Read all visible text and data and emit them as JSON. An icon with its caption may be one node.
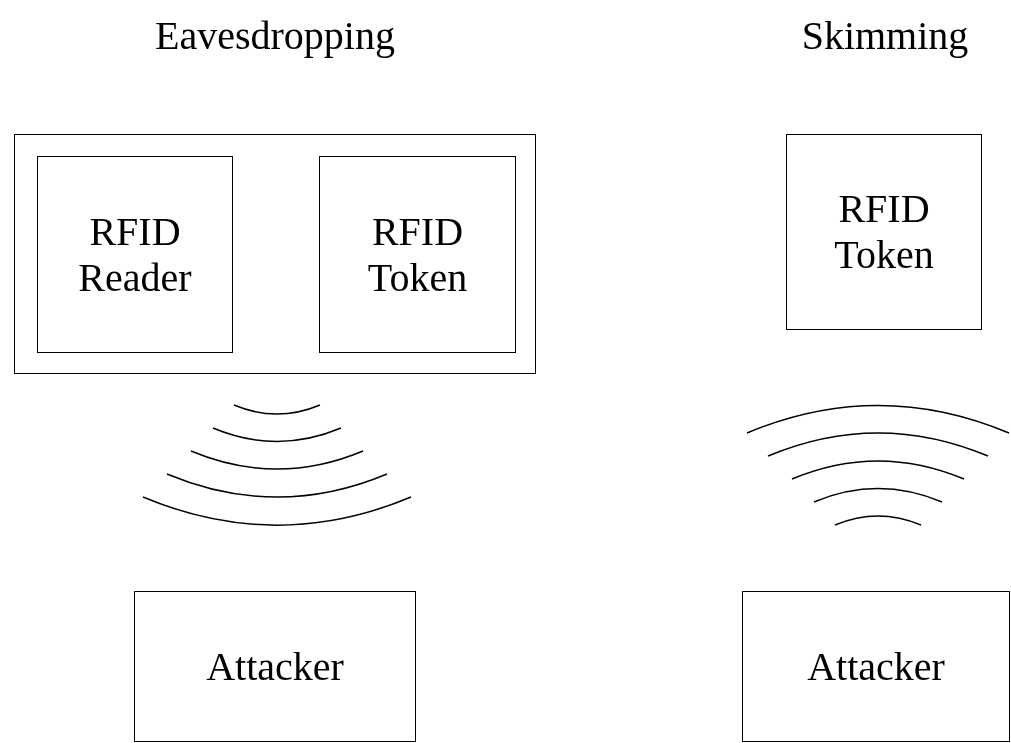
{
  "diagram": {
    "nodes": [
      {
        "text": [],
        "shape": "box"
      },
      {
        "text": [
          "RFID Reader"
        ],
        "in": 0
      },
      {
        "text": [
          "RFID Token"
        ],
        "in": 0
      },
      {
        "text": [
          "Attacker"
        ]
      },
      {
        "text": [
          "RFID Token"
        ]
      },
      {
        "text": [
          "Attacker"
        ]
      }
    ],
    "edges": [],
    "labels": [
      "Eavesdropping",
      "Skimming"
    ]
  }
}
